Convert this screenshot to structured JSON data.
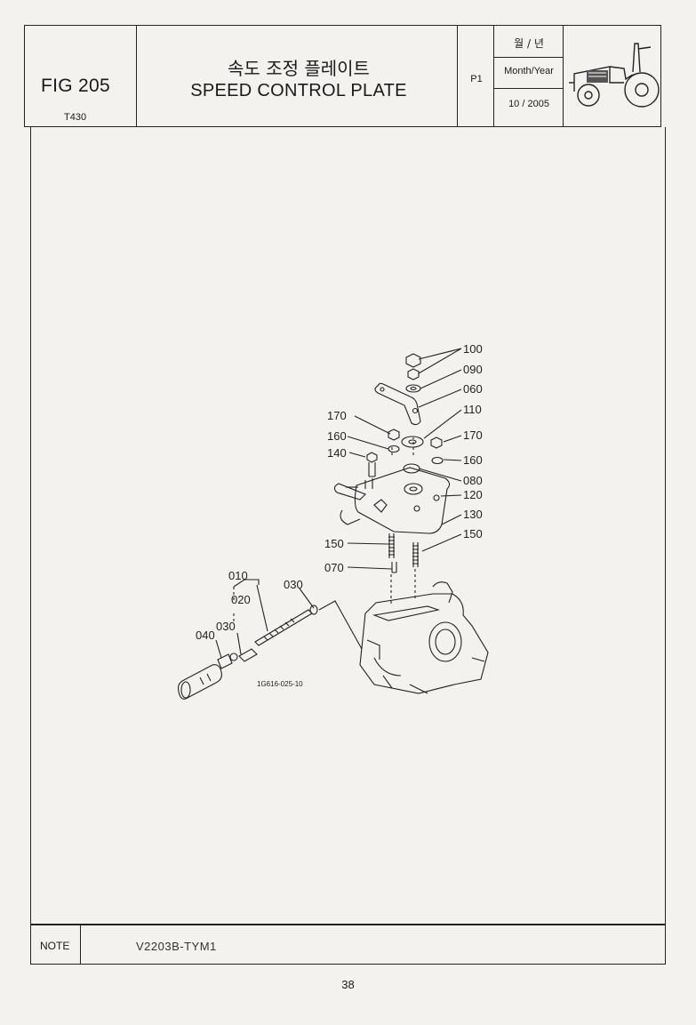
{
  "header": {
    "fig_no": "FIG 205",
    "model": "T430",
    "title_ko": "속도 조정 플레이트",
    "title_en": "SPEED CONTROL PLATE",
    "page_code": "P1",
    "date_label_ko": "월 / 년",
    "date_label_en": "Month/Year",
    "date_value": "10 / 2005",
    "tractor_icon": "tractor-icon"
  },
  "diagram": {
    "image_code": "1G616-025-10",
    "labels": {
      "l100": "100",
      "l090": "090",
      "l060": "060",
      "l110": "110",
      "l170a": "170",
      "l170b": "170",
      "l160a": "160",
      "l160b": "160",
      "l140": "140",
      "l080": "080",
      "l120": "120",
      "l130": "130",
      "l150a": "150",
      "l150b": "150",
      "l070": "070",
      "l010": "010",
      "l030a": "030",
      "l020": "020",
      "l030b": "030",
      "l040": "040"
    }
  },
  "note": {
    "label": "NOTE",
    "text": "V2203B-TYM1"
  },
  "page_number": "38"
}
